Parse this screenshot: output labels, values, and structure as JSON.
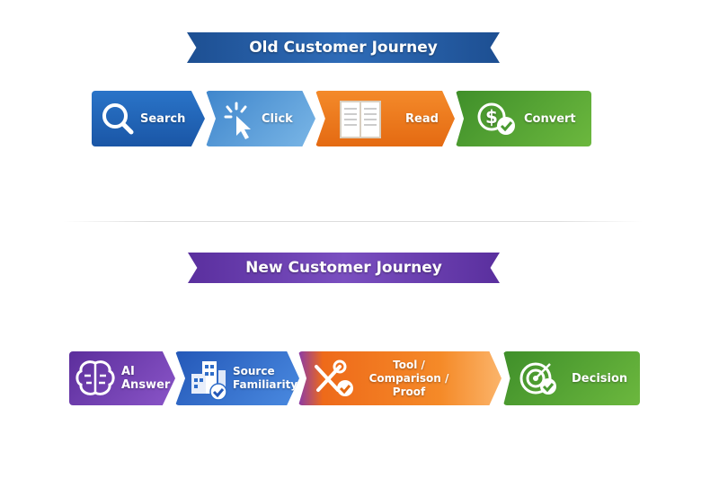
{
  "old_journey": {
    "title": "Old Customer Journey",
    "steps": [
      {
        "label": "Search",
        "icon": "magnifier-icon",
        "color": "#1f63b8"
      },
      {
        "label": "Click",
        "icon": "cursor-click-icon",
        "color": "#4a92d4"
      },
      {
        "label": "Read",
        "icon": "open-book-icon",
        "color": "#ee7a1c"
      },
      {
        "label": "Convert",
        "icon": "dollar-check-icon",
        "color": "#4a9a32"
      }
    ]
  },
  "new_journey": {
    "title": "New Customer Journey",
    "steps": [
      {
        "label_line1": "AI",
        "label_line2": "Answer",
        "icon": "brain-icon",
        "color": "#6a3aa8"
      },
      {
        "label_line1": "Source",
        "label_line2": "Familiarity",
        "icon": "buildings-check-icon",
        "color": "#2e6cc8"
      },
      {
        "label_line1": "Tool / Comparison /",
        "label_line2": "Proof",
        "icon": "tools-check-icon",
        "color": "#f07a1a"
      },
      {
        "label_line1": "Decision",
        "icon": "target-check-icon",
        "color": "#4a9a32"
      }
    ]
  }
}
